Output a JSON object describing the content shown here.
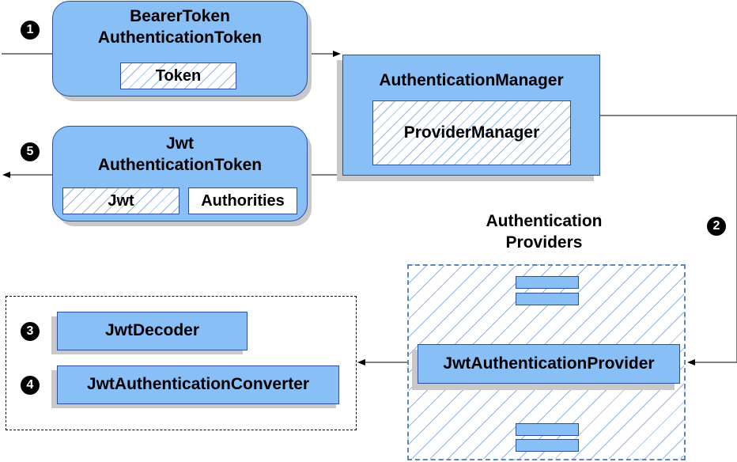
{
  "bearer_token": {
    "line1": "BearerToken",
    "line2": "AuthenticationToken",
    "token": "Token"
  },
  "auth_manager": {
    "title": "AuthenticationManager",
    "provider_manager": "ProviderManager"
  },
  "jwt_token": {
    "line1": "Jwt",
    "line2": "AuthenticationToken",
    "jwt": "Jwt",
    "authorities": "Authorities"
  },
  "providers": {
    "line1": "Authentication",
    "line2": "Providers",
    "jwt_provider": "JwtAuthenticationProvider"
  },
  "decoder": {
    "label": "JwtDecoder"
  },
  "converter": {
    "label": "JwtAuthenticationConverter"
  },
  "steps": [
    "1",
    "2",
    "3",
    "4",
    "5"
  ]
}
